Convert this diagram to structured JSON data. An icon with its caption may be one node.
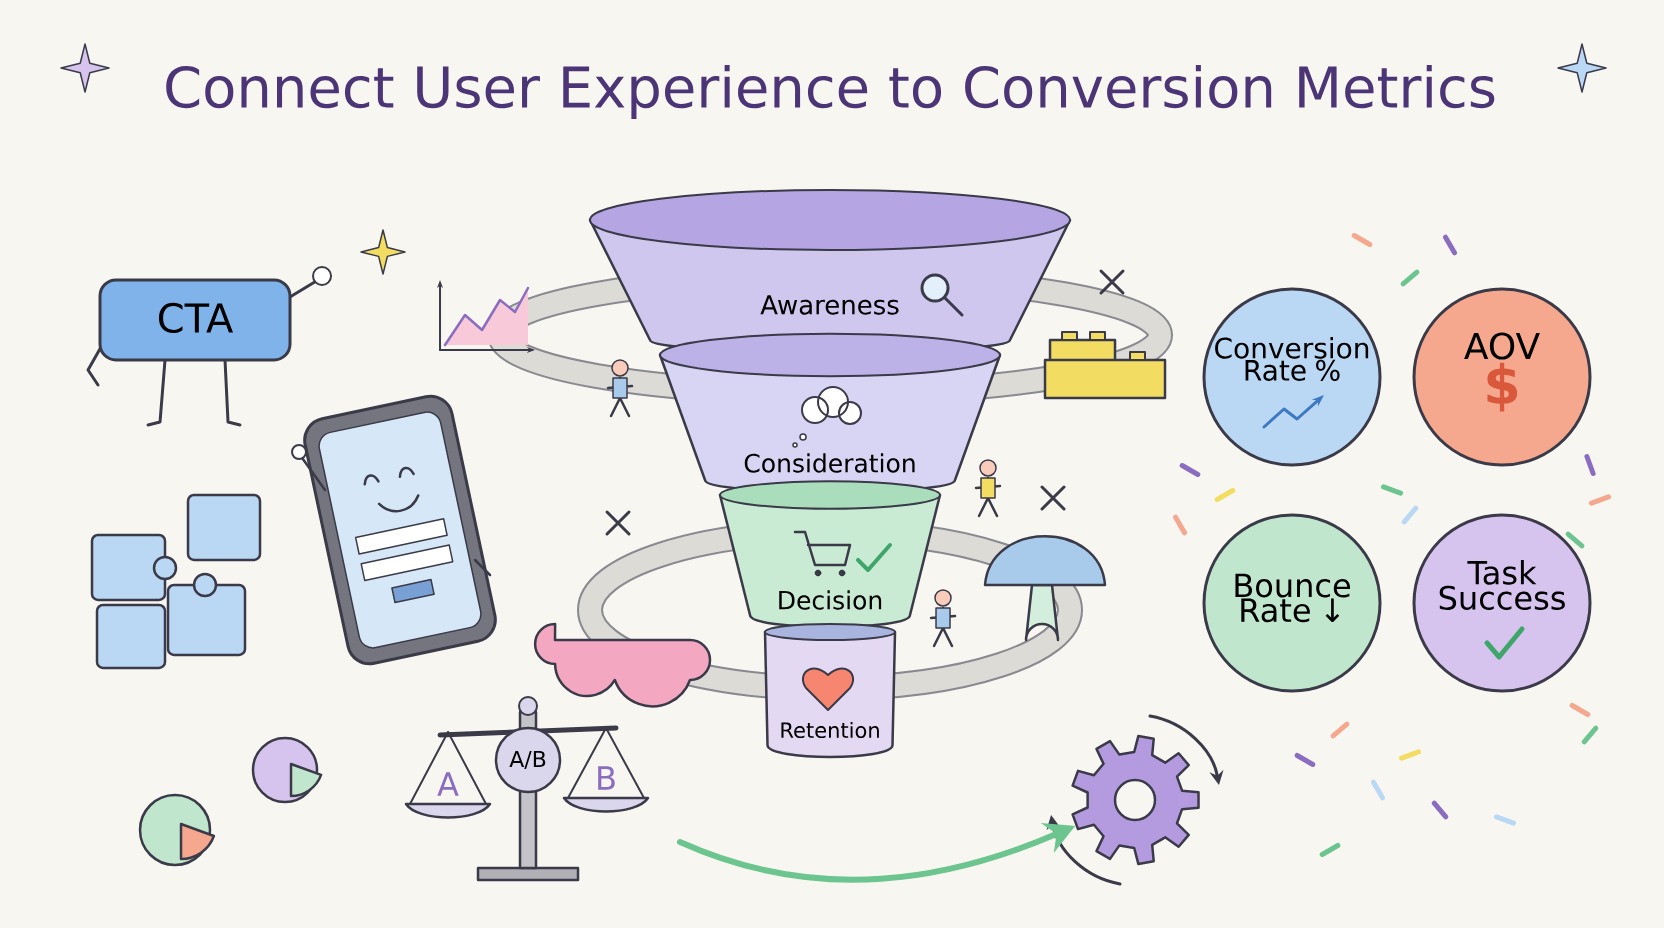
{
  "diagram": {
    "title": "Connect User Experience to Conversion Metrics",
    "nodes": [
      {
        "text": [
          "CTA"
        ]
      },
      {
        "text": [
          "Awareness"
        ]
      },
      {
        "text": [
          "Consideration"
        ]
      },
      {
        "text": [
          "Decision"
        ]
      },
      {
        "text": [
          "Retention"
        ]
      },
      {
        "text": [
          "Conversion Rate %"
        ]
      },
      {
        "text": [
          "AOV",
          "$"
        ]
      },
      {
        "text": [
          "Bounce Rate ↓"
        ]
      },
      {
        "text": [
          "Task Success"
        ]
      },
      {
        "text": [
          "A/B"
        ]
      },
      {
        "text": [
          "A"
        ]
      },
      {
        "text": [
          "B"
        ]
      },
      {
        "text": [],
        "shape": "picture"
      }
    ],
    "edges": [
      {
        "from": null,
        "to": 12,
        "arrow": "to"
      }
    ]
  }
}
